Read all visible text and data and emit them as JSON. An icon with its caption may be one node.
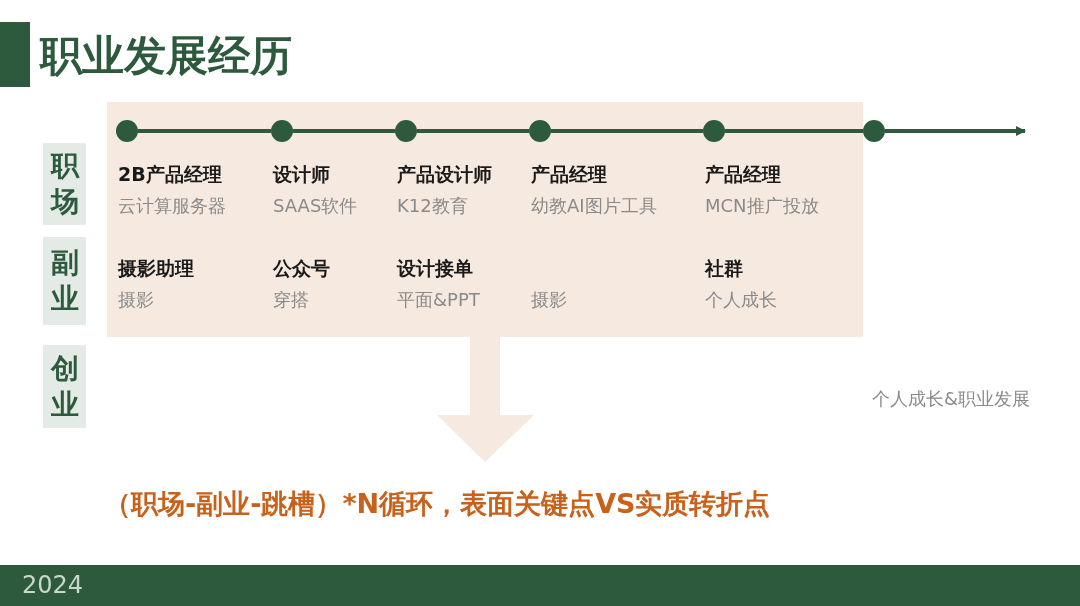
{
  "diagram": {
    "title": "职业发展经历",
    "nodes": [
      {
        "text": [
          "职场"
        ]
      },
      {
        "text": [
          "副业"
        ]
      },
      {
        "text": [
          "创业"
        ]
      },
      {
        "text": [],
        "shape": "circle",
        "beside": [
          "2B产品经理",
          "云计算服务器",
          "摄影助理",
          "摄影"
        ]
      },
      {
        "text": [],
        "shape": "circle",
        "beside": [
          "设计师",
          "SAAS软件",
          "公众号",
          "穿搭"
        ]
      },
      {
        "text": [],
        "shape": "circle",
        "beside": [
          "产品设计师",
          "K12教育",
          "设计接单",
          "平面&PPT"
        ]
      },
      {
        "text": [],
        "shape": "circle",
        "beside": [
          "产品经理",
          "幼教AI图片工具"
        ]
      },
      {
        "text": [],
        "shape": "circle",
        "beside": [
          "产品经理",
          "MCN推广投放",
          "社群",
          "个人成长"
        ]
      },
      {
        "text": [],
        "shape": "circle"
      }
    ],
    "edges": [
      {
        "from": 3,
        "to": 4,
        "arrow": "none"
      },
      {
        "from": 4,
        "to": 5,
        "arrow": "none"
      },
      {
        "from": 5,
        "to": 6,
        "arrow": "none"
      },
      {
        "from": 6,
        "to": 7,
        "arrow": "none"
      },
      {
        "from": 7,
        "to": 8,
        "arrow": "none"
      },
      {
        "from": 8,
        "to": null,
        "arrow": "to"
      }
    ],
    "labels": [
      "摄影",
      "个人成长&职业发展",
      "（职场-副业-跳槽）*N循环，表面关键点VS实质转折点",
      "2024"
    ]
  }
}
